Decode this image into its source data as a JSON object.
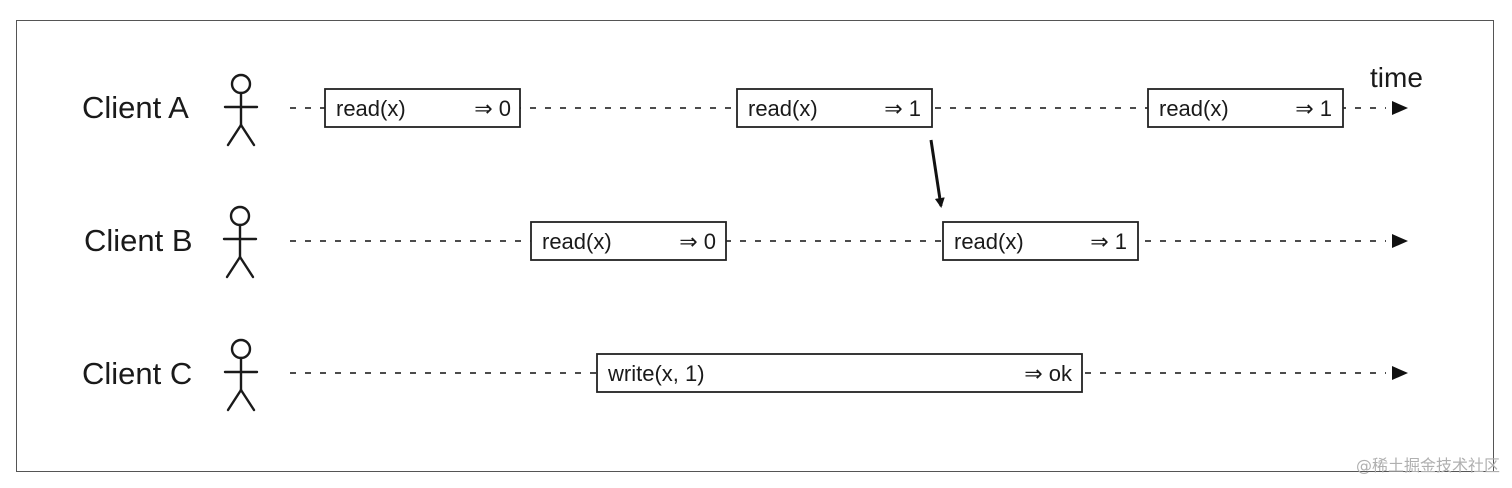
{
  "time_label": "time",
  "clients": [
    {
      "name": "Client A",
      "operations": [
        {
          "op": "read(x)",
          "result": "⇒ 0"
        },
        {
          "op": "read(x)",
          "result": "⇒ 1"
        },
        {
          "op": "read(x)",
          "result": "⇒ 1"
        }
      ]
    },
    {
      "name": "Client B",
      "operations": [
        {
          "op": "read(x)",
          "result": "⇒ 0"
        },
        {
          "op": "read(x)",
          "result": "⇒ 1"
        }
      ]
    },
    {
      "name": "Client C",
      "operations": [
        {
          "op": "write(x, 1)",
          "result": "⇒ ok"
        }
      ]
    }
  ],
  "watermark": "@稀土掘金技术社区"
}
